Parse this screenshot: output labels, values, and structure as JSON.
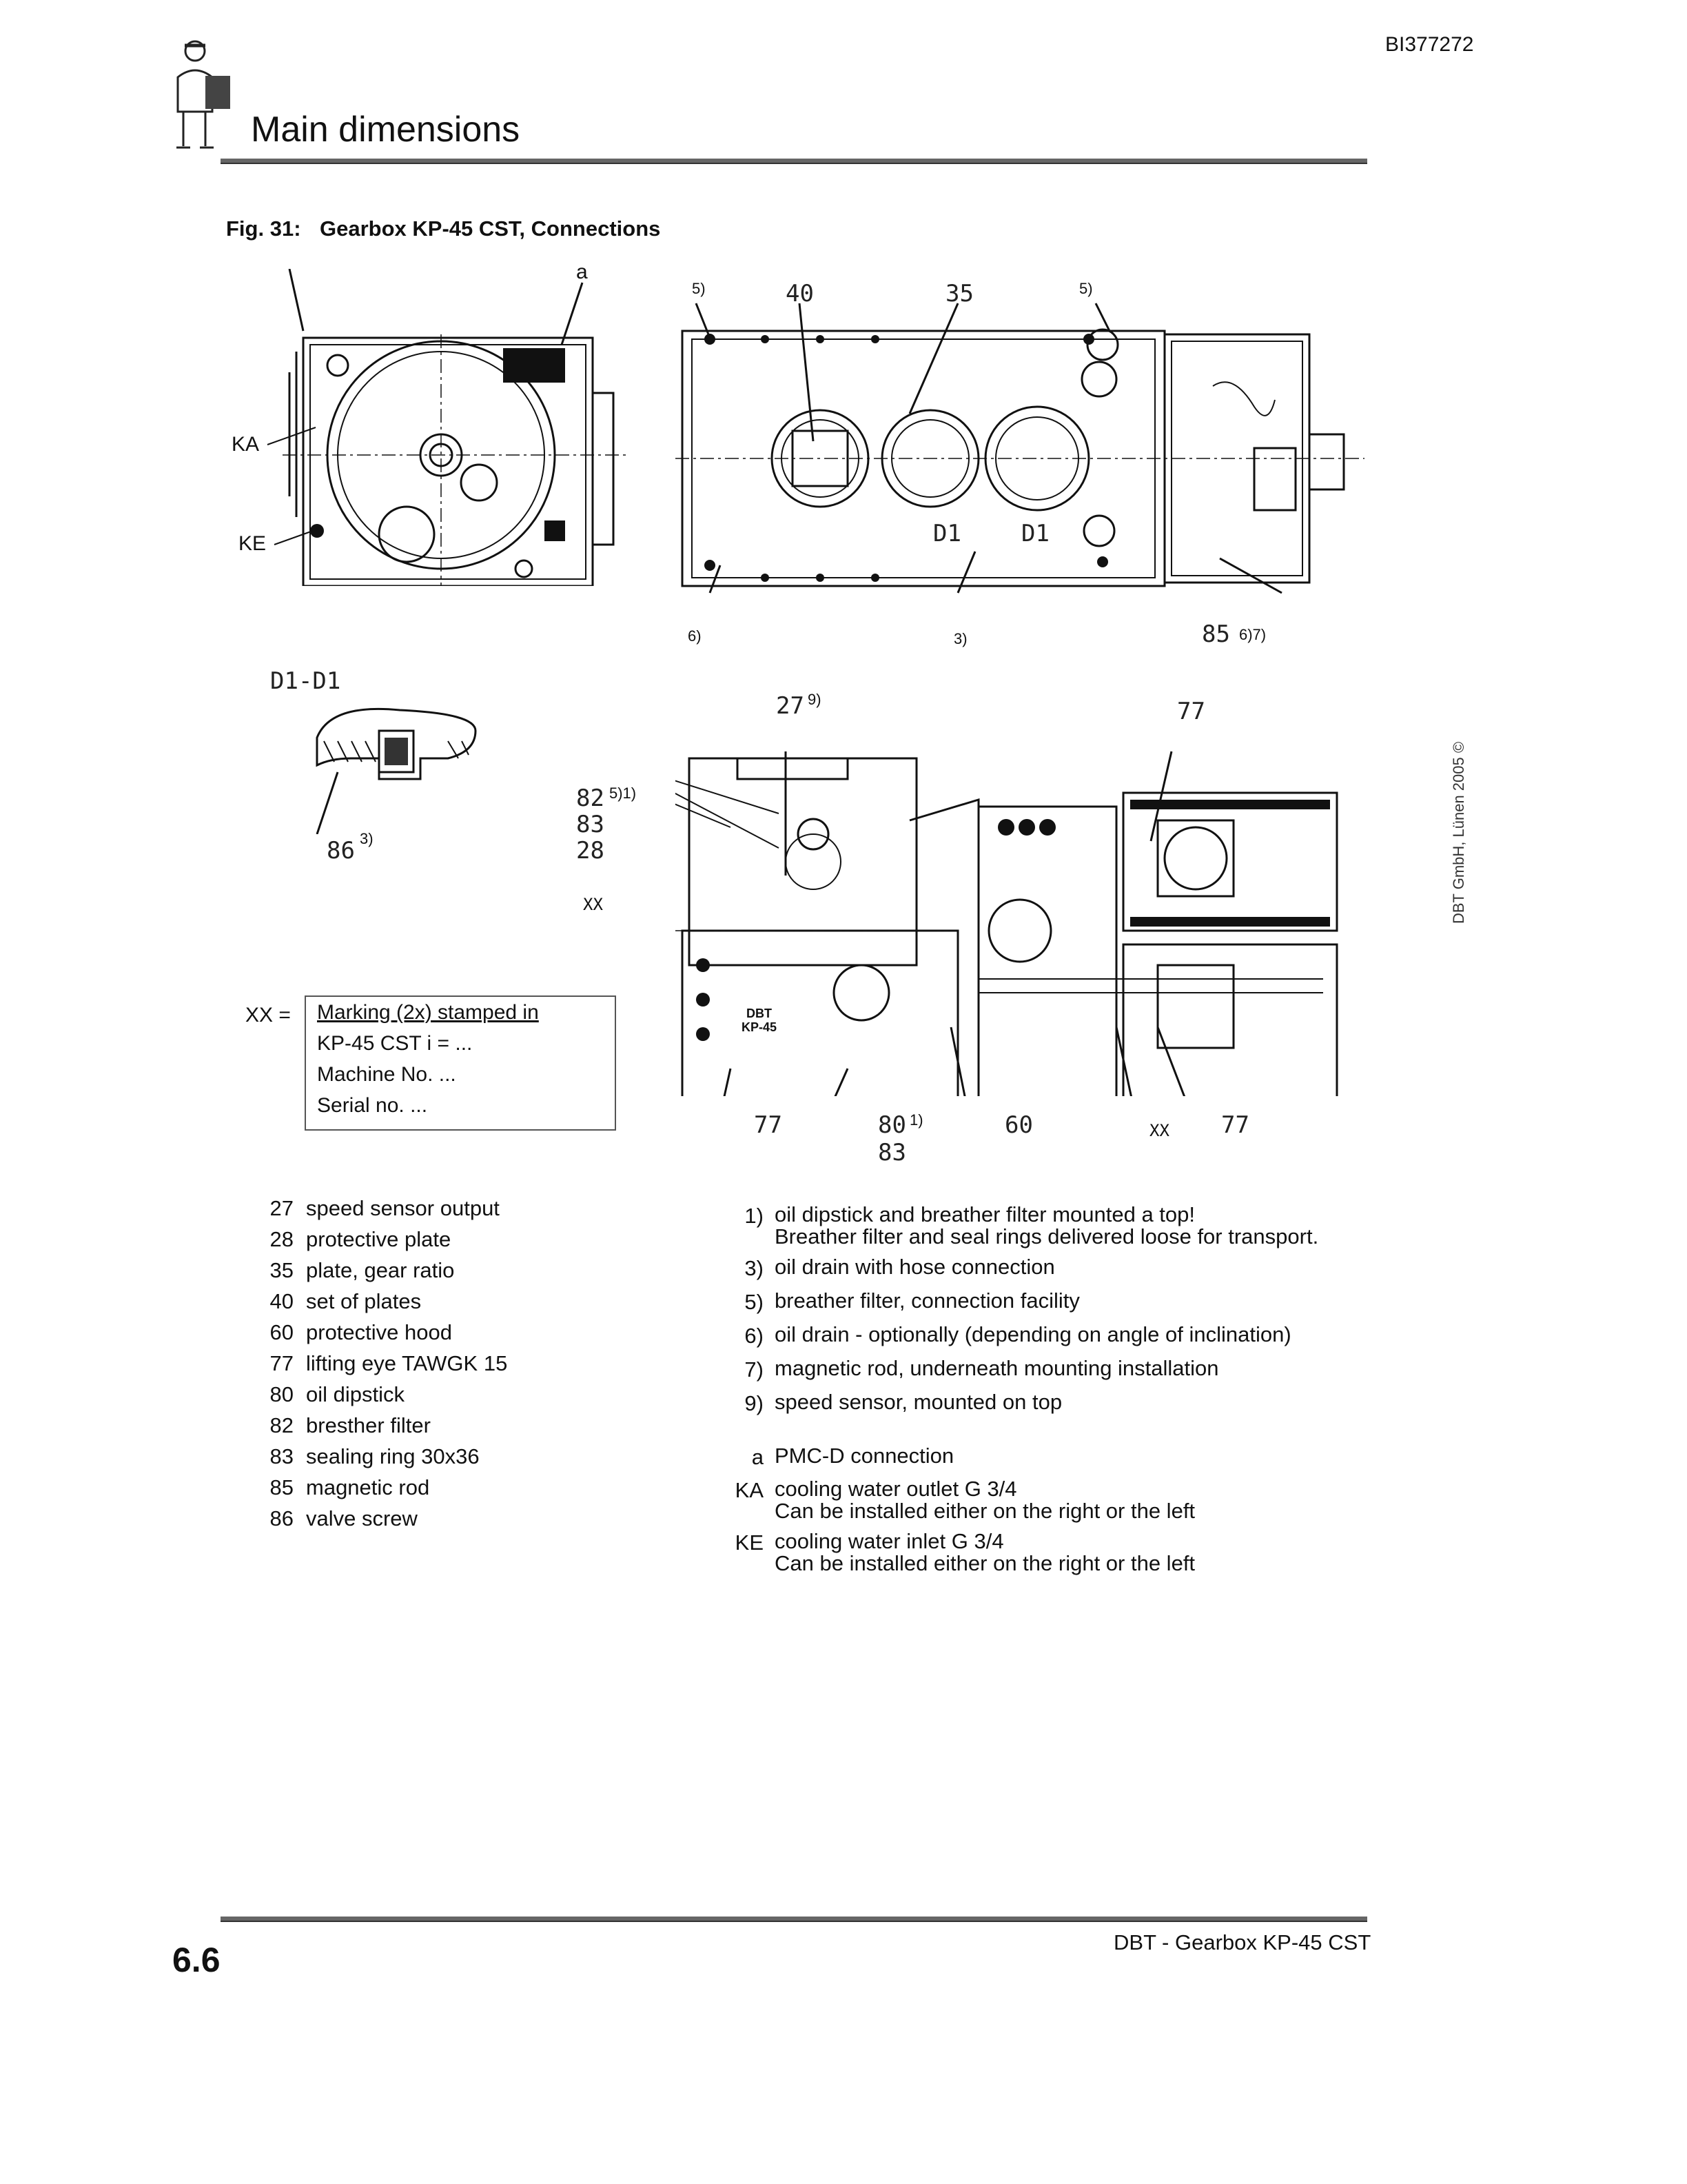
{
  "header": {
    "doc_id": "BI377272",
    "title": "Main dimensions",
    "icon": "technician-with-manual-icon"
  },
  "figure": {
    "number": "Fig. 31:",
    "caption": "Gearbox KP-45 CST, Connections",
    "callouts": {
      "a": "a",
      "KA": "KA",
      "KE": "KE",
      "c5a": "5)",
      "c40": "40",
      "c35": "35",
      "c5b": "5)",
      "d1a": "D1",
      "d1b": "D1",
      "c6": "6)",
      "c3": "3)",
      "c85": "85",
      "c85s": "6)7)",
      "section": "D1-D1",
      "c86": "86",
      "c86s": "3)",
      "c27": "27",
      "c27s": "9)",
      "c77a": "77",
      "c82": "82",
      "c82s": "5)1)",
      "c83": "83",
      "c28": "28",
      "cXX": "XX",
      "c77b": "77",
      "c80": "80",
      "c80s": "1)",
      "c83b": "83",
      "c60": "60",
      "cXX2": "XX",
      "c77c": "77",
      "dbt": "DBT",
      "kp45": "KP-45"
    }
  },
  "marking": {
    "prefix": "XX =",
    "lines": [
      "Marking (2x) stamped in",
      "KP-45 CST i =  ...",
      "Machine No.      ...",
      "Serial no.          ..."
    ]
  },
  "legend": [
    {
      "num": "27",
      "text": "speed sensor output"
    },
    {
      "num": "28",
      "text": "protective plate"
    },
    {
      "num": "35",
      "text": "plate, gear ratio"
    },
    {
      "num": "40",
      "text": "set of plates"
    },
    {
      "num": "60",
      "text": "protective hood"
    },
    {
      "num": "77",
      "text": "lifting eye TAWGK 15"
    },
    {
      "num": "80",
      "text": "oil dipstick"
    },
    {
      "num": "82",
      "text": "bresther filter"
    },
    {
      "num": "83",
      "text": "sealing ring 30x36"
    },
    {
      "num": "85",
      "text": "magnetic rod"
    },
    {
      "num": "86",
      "text": "valve screw"
    }
  ],
  "notes": [
    {
      "key": "1)",
      "lines": [
        "oil dipstick and breather filter mounted a top!",
        "Breather filter and seal rings delivered loose for transport."
      ]
    },
    {
      "key": "3)",
      "lines": [
        "oil drain with hose connection"
      ]
    },
    {
      "key": "5)",
      "lines": [
        "breather filter, connection facility"
      ]
    },
    {
      "key": "6)",
      "lines": [
        "oil drain - optionally (depending on angle of inclination)"
      ]
    },
    {
      "key": "7)",
      "lines": [
        "magnetic rod, underneath mounting installation"
      ]
    },
    {
      "key": "9)",
      "lines": [
        "speed sensor, mounted on top"
      ]
    }
  ],
  "connections": [
    {
      "key": "a",
      "lines": [
        "PMC-D connection"
      ]
    },
    {
      "key": "KA",
      "lines": [
        "cooling water outlet G 3/4",
        "Can be installed either on the right or the left"
      ]
    },
    {
      "key": "KE",
      "lines": [
        "cooling water inlet G 3/4",
        "Can be installed either on the right or the left"
      ]
    }
  ],
  "footer": {
    "page": "6.6",
    "title": "DBT - Gearbox KP-45 CST",
    "copyright": "DBT GmbH, Lünen 2005 ©"
  }
}
